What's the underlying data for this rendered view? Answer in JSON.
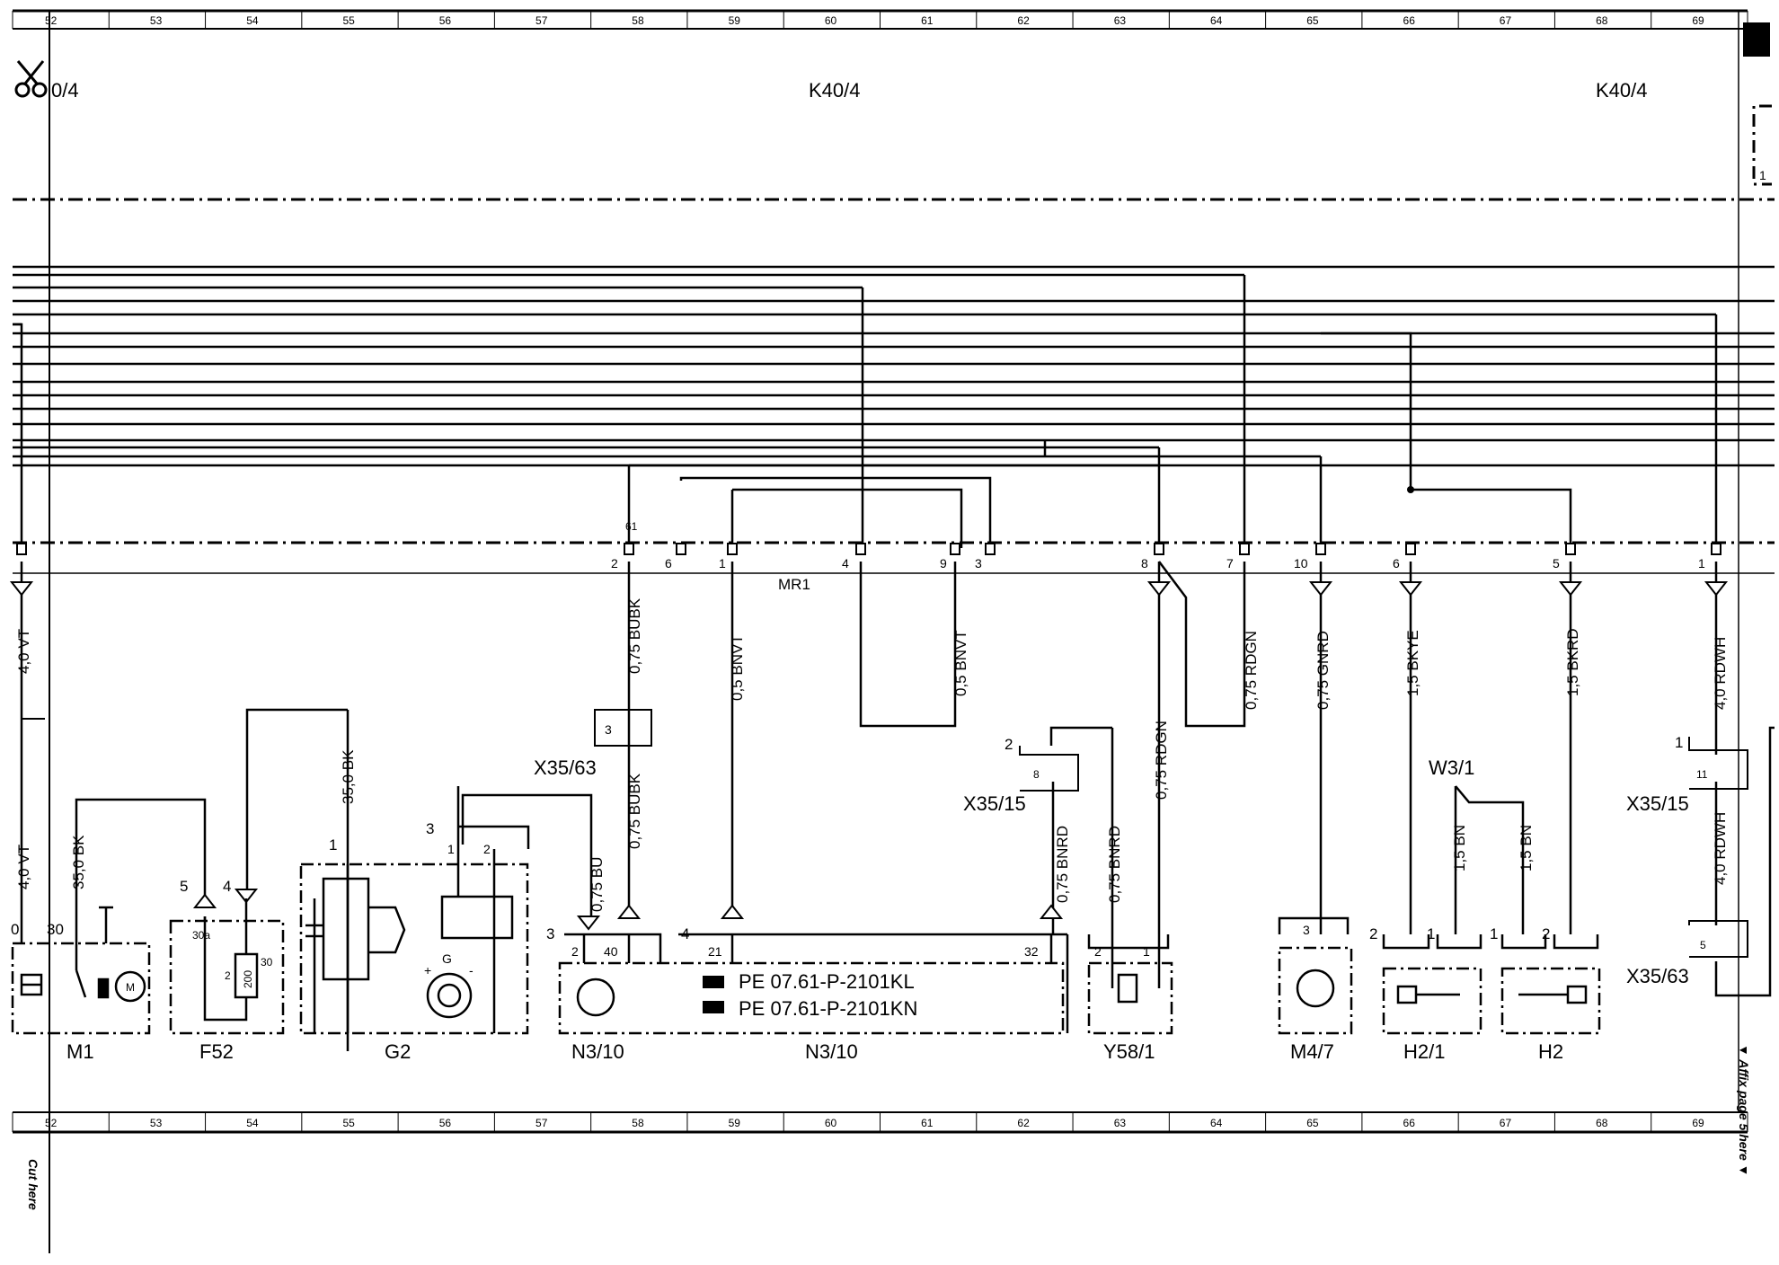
{
  "grid": {
    "top_numbers": [
      "52",
      "53",
      "54",
      "55",
      "56",
      "57",
      "58",
      "59",
      "60",
      "61",
      "62",
      "63",
      "64",
      "65",
      "66",
      "67",
      "68",
      "69"
    ],
    "bottom_numbers": [
      "52",
      "53",
      "54",
      "55",
      "56",
      "57",
      "58",
      "59",
      "60",
      "61",
      "62",
      "63",
      "64",
      "65",
      "66",
      "67",
      "68",
      "69"
    ]
  },
  "header": {
    "left_ref": "0/4",
    "ref_center": "K40/4",
    "ref_right": "K40/4",
    "edge_mark": "1"
  },
  "connector_row": {
    "name": "MR1",
    "pins": [
      {
        "id": "p2",
        "label": "2"
      },
      {
        "id": "p61",
        "label": "61"
      },
      {
        "id": "p6",
        "label": "6"
      },
      {
        "id": "p1a",
        "label": "1"
      },
      {
        "id": "p4",
        "label": "4"
      },
      {
        "id": "p9",
        "label": "9"
      },
      {
        "id": "p3",
        "label": "3"
      },
      {
        "id": "p8",
        "label": "8"
      },
      {
        "id": "p7",
        "label": "7"
      },
      {
        "id": "p10",
        "label": "10"
      },
      {
        "id": "p6b",
        "label": "6"
      },
      {
        "id": "p5",
        "label": "5"
      },
      {
        "id": "p1b",
        "label": "1"
      }
    ]
  },
  "wires": [
    "4,0 VT",
    "4,0 VT",
    "35,0 BK",
    "35,0 BK",
    "0,75 BUBK",
    "0,75 BUBK",
    "0,75 BU",
    "0,5 BNVT",
    "0,5 BNVT",
    "0,75 BNRD",
    "0,75 BNRD",
    "0,75 RDGN",
    "0,75 RDGN",
    "0,75 GNRD",
    "1,5 BKYE",
    "1,5 BKRD",
    "1,5 BN",
    "1,5 BN",
    "4,0 RDWH",
    "4,0 RDWH"
  ],
  "connectors": {
    "x35_63_a": "X35/63",
    "x35_15_a": "X35/15",
    "x35_15_b": "X35/15",
    "x35_63_b": "X35/63",
    "w3_1": "W3/1"
  },
  "pin_numbers": {
    "m1_30": "30",
    "f52_30a": "30a",
    "f52_200": "200",
    "f52_30": "30",
    "f52_2": "2",
    "g2_1": "1",
    "g2_3": "3",
    "g2_p1": "1",
    "g2_p2": "2",
    "g2_G": "G",
    "g2_plus": "+",
    "g2_minus": "-",
    "n3_3": "3",
    "n3_2": "2",
    "n3_40": "40",
    "n3_4": "4",
    "n3_21": "21",
    "n3_32": "32",
    "x3563_3": "3",
    "x3515_2": "2",
    "x3515_8": "8",
    "y58_2": "2",
    "y58_1": "1",
    "m47_3": "3",
    "h21_2": "2",
    "h21_1": "1",
    "h2_1": "1",
    "h2_2": "2",
    "x3515b_1": "1",
    "x3515b_11": "11",
    "x3563b_5": "5",
    "m1_5": "5",
    "f52_4": "4",
    "m1_0": "0",
    "mot": "M"
  },
  "references": {
    "ref1": "PE 07.61-P-2101KL",
    "ref2": "PE 07.61-P-2101KN"
  },
  "components": [
    "M1",
    "F52",
    "G2",
    "N3/10",
    "N3/10",
    "Y58/1",
    "M4/7",
    "H2/1",
    "H2"
  ],
  "margin_notes": {
    "affix": "▼ Affix page 5 here ▼",
    "cut": "Cut here"
  }
}
